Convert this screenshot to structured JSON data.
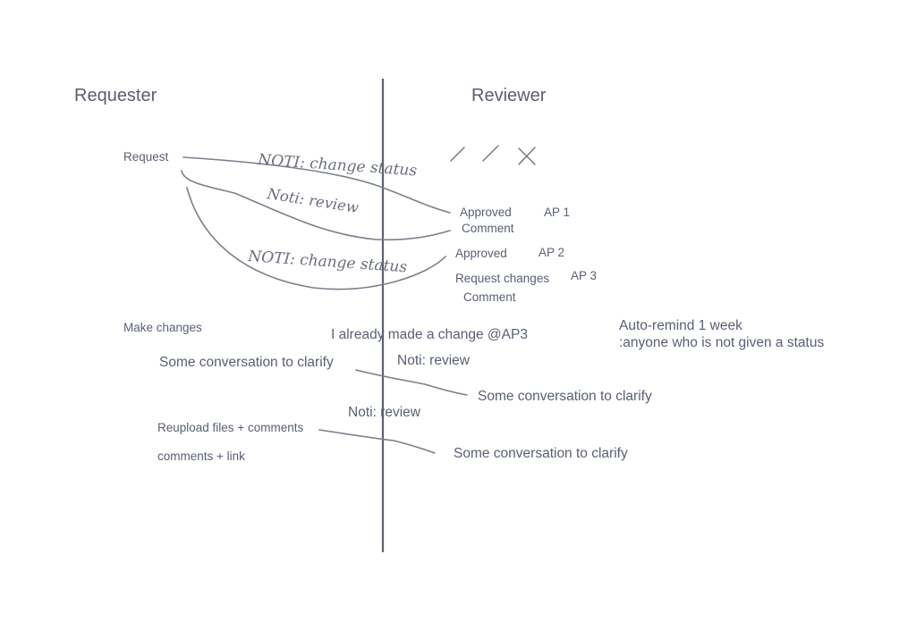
{
  "headers": {
    "requester": "Requester",
    "reviewer": "Reviewer"
  },
  "requester": {
    "request": "Request",
    "make_changes": "Make changes",
    "conversation": "Some conversation to clarify",
    "reupload": "Reupload files + comments",
    "comments_link": "comments + link"
  },
  "reviewer": {
    "approved_1": "Approved",
    "ap1": "AP 1",
    "comment_1": "Comment",
    "approved_2": "Approved",
    "ap2": "AP 2",
    "request_changes": "Request changes",
    "ap3": "AP 3",
    "comment_2": "Comment",
    "conversation_1": "Some conversation to clarify",
    "conversation_2": "Some conversation to clarify"
  },
  "middle": {
    "already_changed": "I already made a change @AP3",
    "noti_review_1": "Noti: review",
    "noti_review_2": "Noti: review"
  },
  "note": {
    "line1": "Auto-remind 1 week",
    "line2": ":anyone who is not given a status"
  },
  "handwriting": {
    "noti_change_status_1": "NOTI: change status",
    "noti_review": "Noti: review",
    "noti_change_status_2": "NOTI: change status"
  },
  "icons": [
    "check-slash-icon",
    "check-slash-icon",
    "cross-icon"
  ]
}
